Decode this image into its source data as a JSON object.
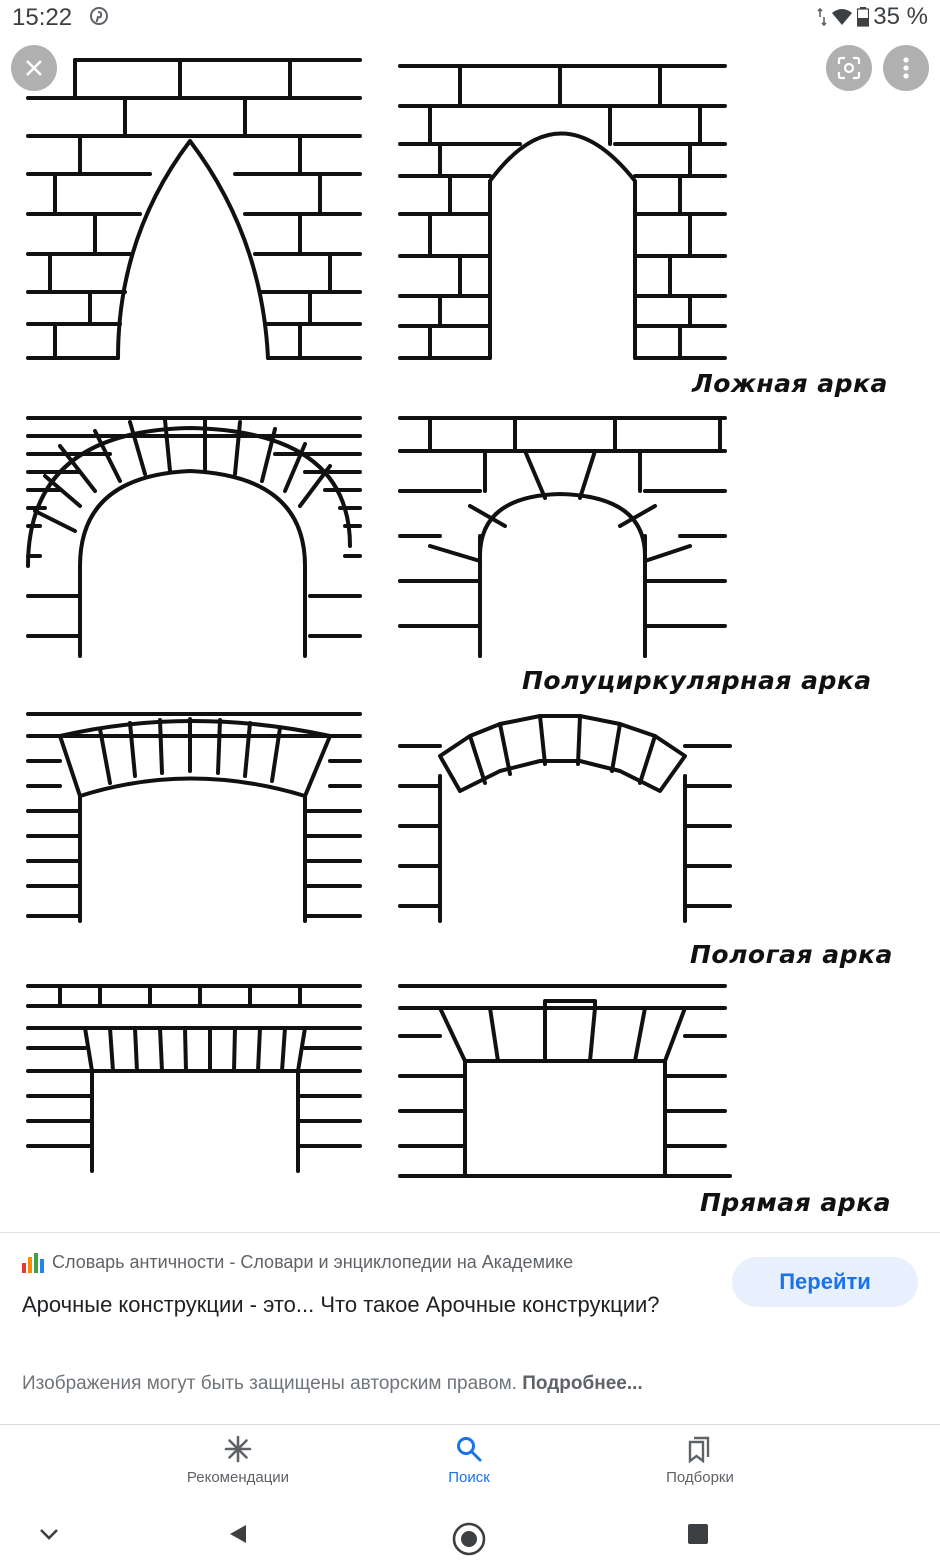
{
  "status": {
    "time": "15:22",
    "battery": "35 %"
  },
  "viewer": {
    "captions": [
      "Ложная арка",
      "Полуциркулярная арка",
      "Пологая арка",
      "Прямая арка"
    ]
  },
  "result": {
    "source": "Словарь античности - Словари и энциклопедии на Академике",
    "go_label": "Перейти",
    "title": "Арочные конструкции - это... Что такое Арочные конструкции?",
    "copyright": "Изображения могут быть защищены авторским правом.",
    "more_label": "Подробнее..."
  },
  "nav": {
    "items": [
      {
        "label": "Рекомендации",
        "icon": "asterisk-icon"
      },
      {
        "label": "Поиск",
        "icon": "search-icon",
        "active": true
      },
      {
        "label": "Подборки",
        "icon": "collections-icon"
      }
    ]
  },
  "colors": {
    "accent": "#1a73e8",
    "button_bg": "#e8f0fe"
  }
}
